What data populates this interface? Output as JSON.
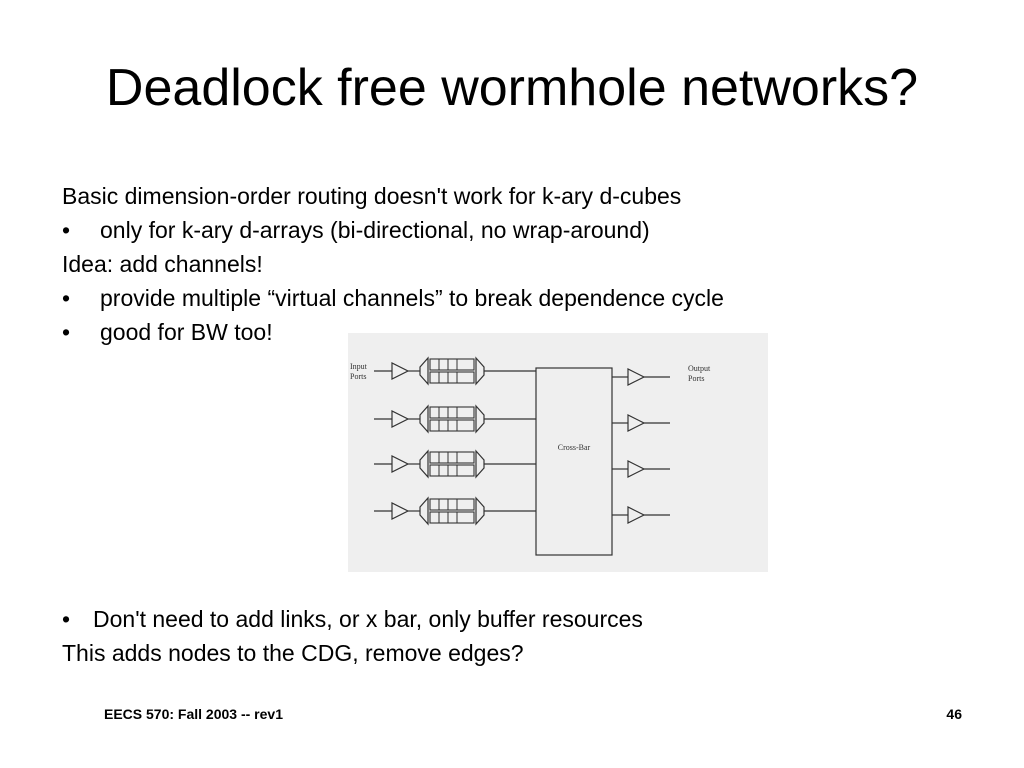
{
  "slide": {
    "title": "Deadlock free wormhole networks?",
    "lines_top": [
      {
        "type": "text",
        "text": "Basic dimension-order routing doesn't work for k-ary d-cubes"
      },
      {
        "type": "bullet",
        "bullet": "•",
        "text": "only for k-ary d-arrays (bi-directional, no wrap-around)"
      },
      {
        "type": "text",
        "text": "Idea: add channels!"
      },
      {
        "type": "bullet",
        "bullet": "•",
        "text": "provide multiple “virtual channels” to break dependence cycle"
      },
      {
        "type": "bullet",
        "bullet": "•",
        "text": "good for BW too!"
      }
    ],
    "lines_bottom": [
      {
        "type": "bullet",
        "bullet": "•",
        "text": "Don't need to add links, or x bar, only buffer resources"
      },
      {
        "type": "text",
        "text": "This adds nodes to the CDG, remove edges?"
      }
    ],
    "figure": {
      "input_label": [
        "Input",
        "Ports"
      ],
      "output_label": [
        "Output",
        "Ports"
      ],
      "crossbar_label": "Cross-Bar",
      "input_port_count": 4,
      "virtual_channels_per_port": 2,
      "output_port_count": 4
    },
    "footer": {
      "course": "EECS 570: Fall 2003 -- rev1",
      "page_number": "46"
    }
  }
}
